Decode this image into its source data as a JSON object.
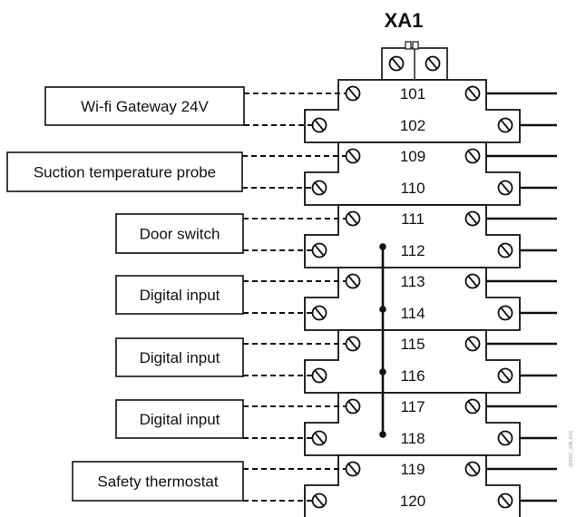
{
  "title": "XA1",
  "reference_code": "000097_00B_R01",
  "devices": [
    {
      "label": "Wi-fi Gateway 24V",
      "terminals": [
        "101",
        "102"
      ]
    },
    {
      "label": "Suction temperature probe",
      "terminals": [
        "109",
        "110"
      ]
    },
    {
      "label": "Door switch",
      "terminals": [
        "111",
        "112"
      ]
    },
    {
      "label": "Digital input",
      "terminals": [
        "113",
        "114"
      ]
    },
    {
      "label": "Digital input",
      "terminals": [
        "115",
        "116"
      ]
    },
    {
      "label": "Digital input",
      "terminals": [
        "117",
        "118"
      ]
    },
    {
      "label": "Safety thermostat",
      "terminals": [
        "119",
        "120"
      ]
    }
  ],
  "common_bridge": [
    "112",
    "114",
    "116",
    "118"
  ],
  "screw_icon": "screw-terminal-icon"
}
